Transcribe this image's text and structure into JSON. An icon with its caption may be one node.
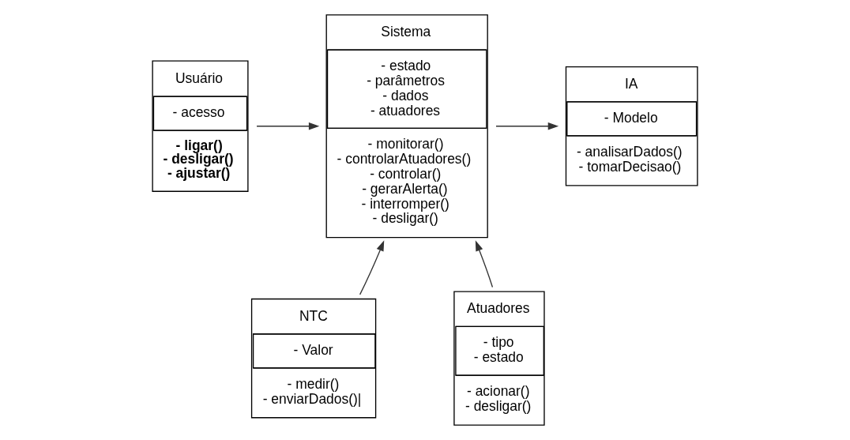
{
  "diagram": {
    "nodes": [
      {
        "text": [
          "Usuário",
          "- acesso",
          "- ligar() - desligar() - ajustar()"
        ]
      },
      {
        "text": [
          "Sistema",
          "- estado - parâmetros - dados - atuadores",
          "- monitorar() - controlarAtuadores() - controlar() - gerarAlerta() - interromper() - desligar()"
        ]
      },
      {
        "text": [
          "IA",
          "- Modelo",
          "- analisarDados() - tomarDecisao()"
        ]
      },
      {
        "text": [
          "NTC",
          "- Valor",
          "- medir() - enviarDados()|"
        ]
      },
      {
        "text": [
          "Atuadores",
          "- tipo - estado",
          "- acionar() - desligar()"
        ]
      }
    ],
    "edges": [
      {
        "from": 0,
        "to": 1,
        "arrow": "to"
      },
      {
        "from": 1,
        "to": 2,
        "arrow": "to"
      },
      {
        "from": 3,
        "to": 1,
        "arrow": "to"
      },
      {
        "from": 4,
        "to": 1,
        "arrow": "to"
      }
    ]
  }
}
